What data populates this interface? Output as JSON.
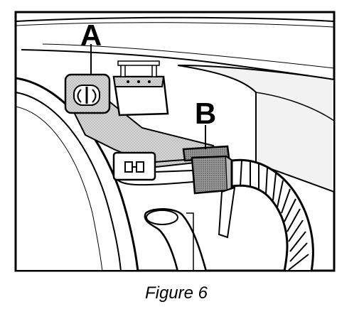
{
  "figure": {
    "callouts": {
      "a": "A",
      "b": "B"
    },
    "caption": "Figure 6"
  },
  "colors": {
    "ink": "#000000",
    "background": "#ffffff",
    "shade_light": "#e6e6e6",
    "shade_mid": "#bdbdbd",
    "shade_dark": "#8c8c8c"
  }
}
